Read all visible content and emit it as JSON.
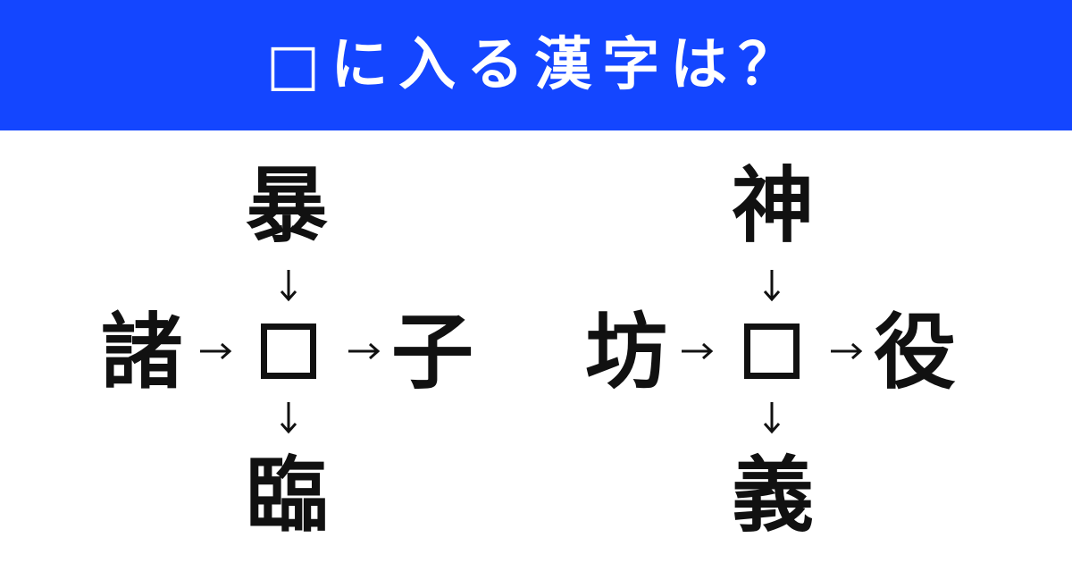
{
  "header": {
    "title": "□に入る漢字は？",
    "background_color": "#1446ff",
    "text_color": "#ffffff"
  },
  "puzzles": [
    {
      "top": "暴",
      "left": "諸",
      "right": "子",
      "bottom": "臨",
      "blank_icon": "square-blank-box"
    },
    {
      "top": "神",
      "left": "坊",
      "right": "役",
      "bottom": "義",
      "blank_icon": "square-blank-box"
    }
  ],
  "arrow_icons": {
    "down": "down-arrow-icon",
    "right": "right-arrow-icon"
  }
}
